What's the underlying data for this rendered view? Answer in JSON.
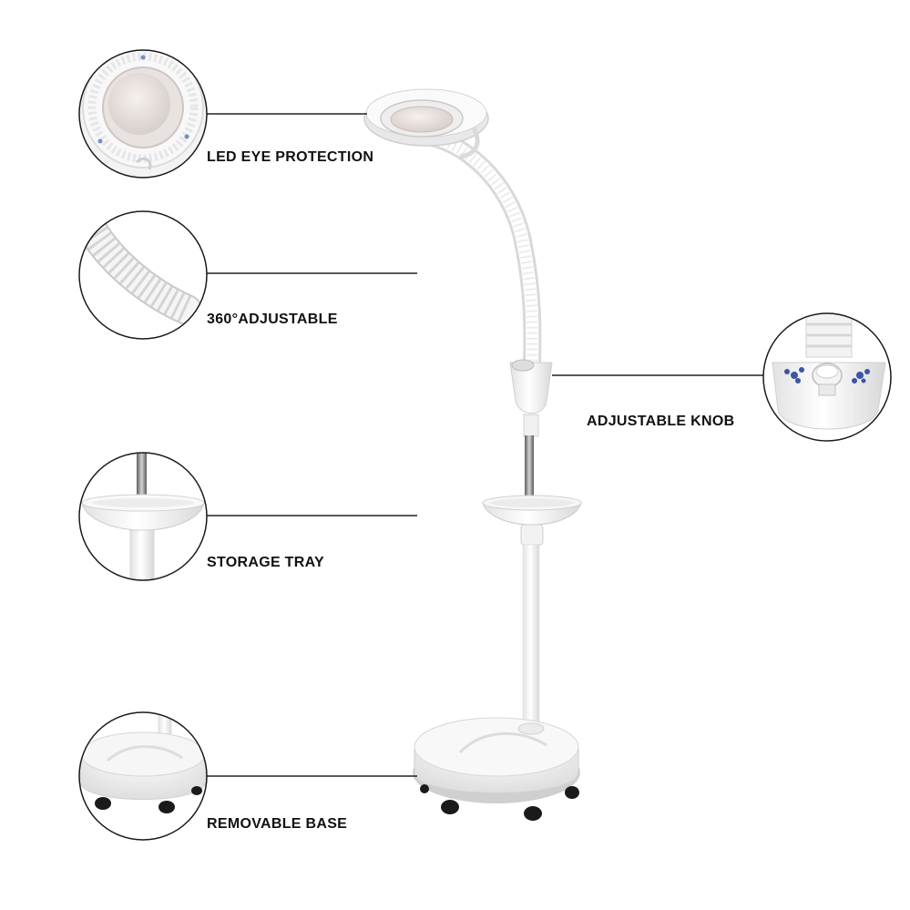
{
  "callouts": {
    "led_eye_protection": "LED EYE PROTECTION",
    "adjustable_360": "360°ADJUSTABLE",
    "storage_tray": "STORAGE TRAY",
    "removable_base": "REMOVABLE BASE",
    "adjustable_knob": "ADJUSTABLE KNOB"
  },
  "colors": {
    "background": "#ffffff",
    "lamp_white": "#f4f4f4",
    "lamp_shadow": "#d6d6d6",
    "pole_metal": "#8a8a8a",
    "wheel": "#1a1a1a",
    "leader_line": "#222222",
    "knob_accent": "#3a56a8"
  }
}
